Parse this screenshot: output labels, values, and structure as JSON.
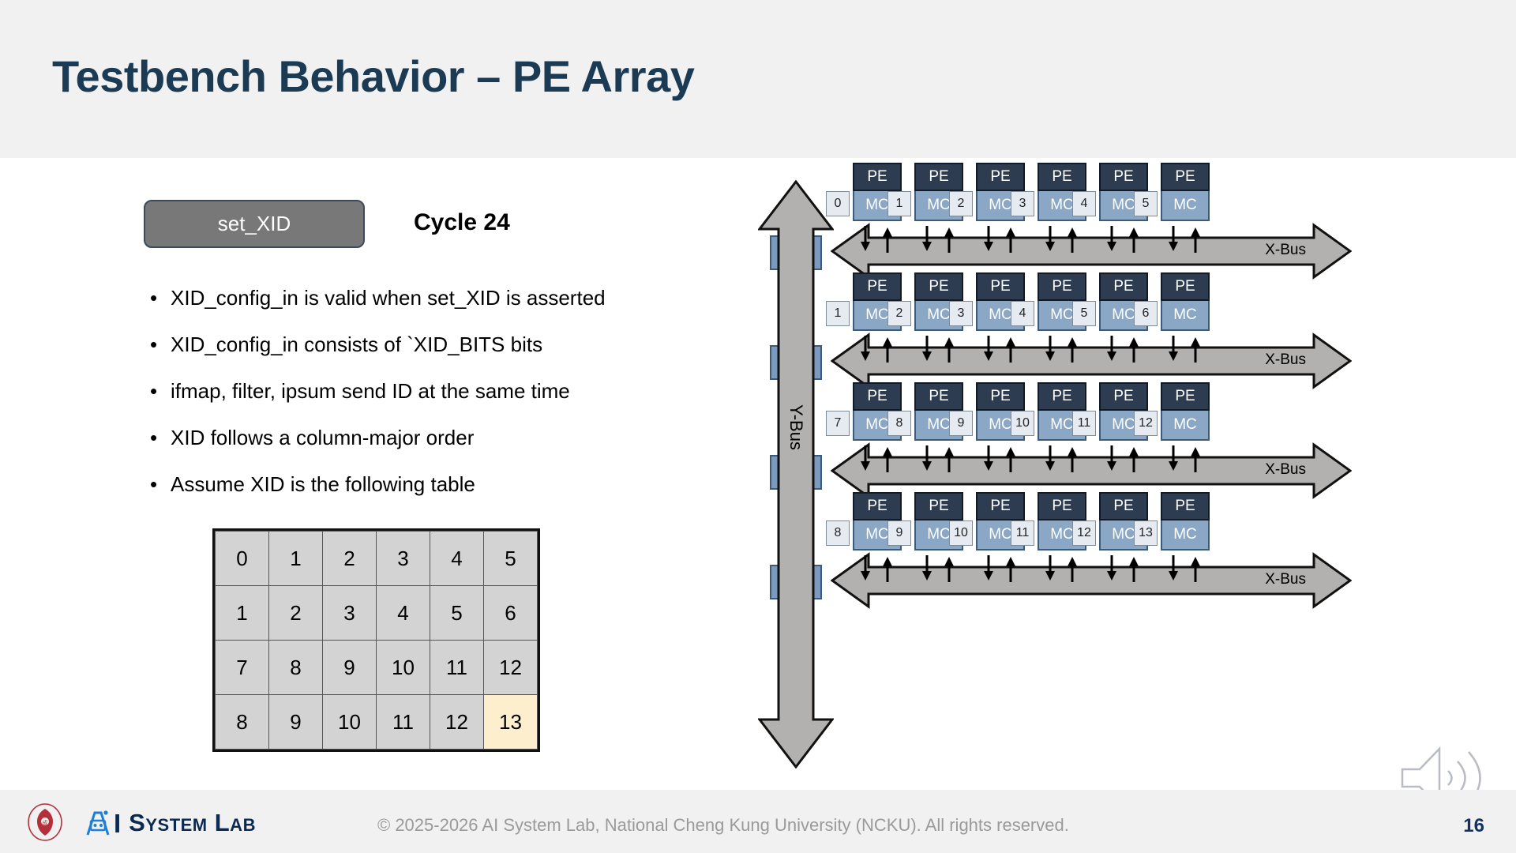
{
  "header": {
    "title": "Testbench Behavior – PE Array"
  },
  "signal": {
    "pill_label": "set_XID",
    "cycle_label": "Cycle 24"
  },
  "bullets": [
    "XID_config_in is valid when set_XID is asserted",
    "XID_config_in consists of `XID_BITS bits",
    "ifmap, filter, ipsum send ID at the same time",
    "XID follows a column-major order",
    "Assume XID is the following table"
  ],
  "xid_table": {
    "rows": [
      [
        "0",
        "1",
        "2",
        "3",
        "4",
        "5"
      ],
      [
        "1",
        "2",
        "3",
        "4",
        "5",
        "6"
      ],
      [
        "7",
        "8",
        "9",
        "10",
        "11",
        "12"
      ],
      [
        "8",
        "9",
        "10",
        "11",
        "12",
        "13"
      ]
    ],
    "highlight": {
      "row": 3,
      "col": 5,
      "value": "13",
      "color": "#fdefcd"
    }
  },
  "diagram": {
    "y_bus_label": "Y-Bus",
    "x_bus_label": "X-Bus",
    "pe_label": "PE",
    "mc_label": "MC",
    "rows": [
      {
        "mc_left": "MC",
        "ids": [
          "0",
          "1",
          "2",
          "3",
          "4",
          "5"
        ]
      },
      {
        "mc_left": "MC",
        "ids": [
          "1",
          "2",
          "3",
          "4",
          "5",
          "6"
        ]
      },
      {
        "mc_left": "MC",
        "ids": [
          "7",
          "8",
          "9",
          "10",
          "11",
          "12"
        ]
      },
      {
        "mc_left": "MC",
        "ids": [
          "8",
          "9",
          "10",
          "11",
          "12",
          "13"
        ]
      }
    ],
    "colors": {
      "pe": "#2e3c52",
      "mc": "#8ba7c6",
      "bus": "#b3b1af",
      "id_box": "#e6ebf2"
    }
  },
  "footer": {
    "wordmark_ai": "A",
    "wordmark_i": "I",
    "wordmark_text": "System Lab",
    "copyright": "© 2025-2026 AI System Lab, National Cheng Kung University (NCKU). All rights reserved.",
    "page_number": "16"
  }
}
